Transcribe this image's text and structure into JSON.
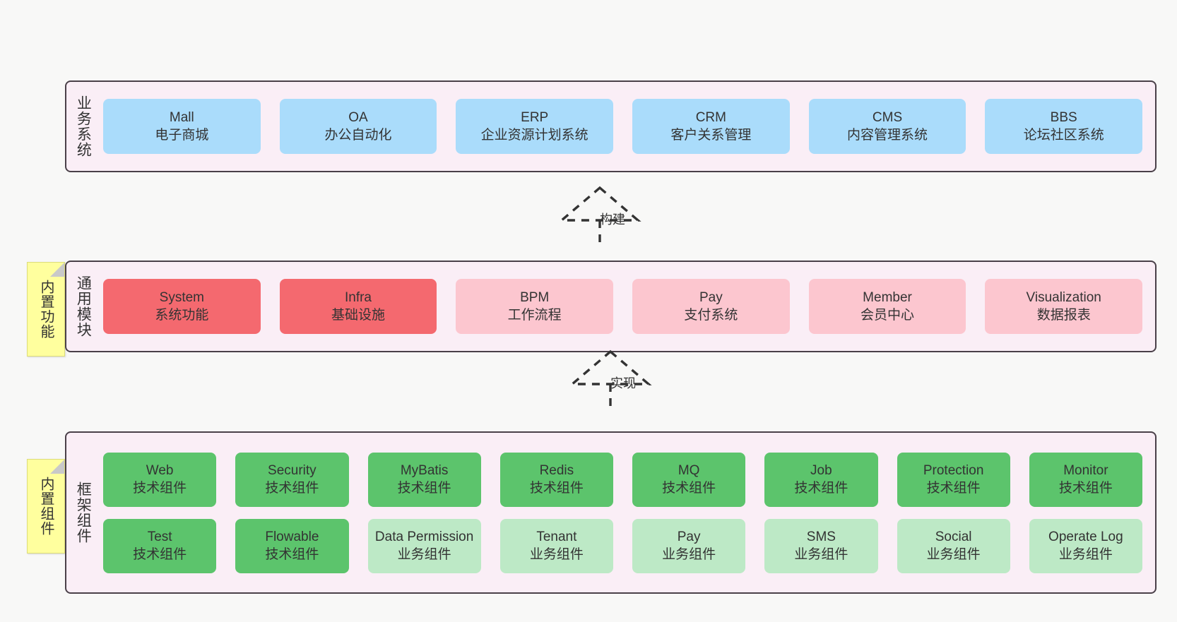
{
  "diagram": {
    "title": "System Architecture Layers",
    "background": "#f8f8f7",
    "layers": [
      {
        "id": "business",
        "title": "业务系统",
        "panel_color": "#faeef6",
        "items": [
          {
            "name": "Mall",
            "desc": "电子商城",
            "color": "#aadcfb"
          },
          {
            "name": "OA",
            "desc": "办公自动化",
            "color": "#aadcfb"
          },
          {
            "name": "ERP",
            "desc": "企业资源计划系统",
            "color": "#aadcfb"
          },
          {
            "name": "CRM",
            "desc": "客户关系管理",
            "color": "#aadcfb"
          },
          {
            "name": "CMS",
            "desc": "内容管理系统",
            "color": "#aadcfb"
          },
          {
            "name": "BBS",
            "desc": "论坛社区系统",
            "color": "#aadcfb"
          }
        ]
      },
      {
        "id": "common",
        "title": "通用模块",
        "panel_color": "#faeef6",
        "note": "内置功能",
        "items": [
          {
            "name": "System",
            "desc": "系统功能",
            "color": "#f4696f"
          },
          {
            "name": "Infra",
            "desc": "基础设施",
            "color": "#f4696f"
          },
          {
            "name": "BPM",
            "desc": "工作流程",
            "color": "#fcc6cf"
          },
          {
            "name": "Pay",
            "desc": "支付系统",
            "color": "#fcc6cf"
          },
          {
            "name": "Member",
            "desc": "会员中心",
            "color": "#fcc6cf"
          },
          {
            "name": "Visualization",
            "desc": "数据报表",
            "color": "#fcc6cf"
          }
        ]
      },
      {
        "id": "framework",
        "title": "框架组件",
        "panel_color": "#faeef6",
        "note": "内置组件",
        "row1": [
          {
            "name": "Web",
            "desc": "技术组件",
            "color": "#5cc46c"
          },
          {
            "name": "Security",
            "desc": "技术组件",
            "color": "#5cc46c"
          },
          {
            "name": "MyBatis",
            "desc": "技术组件",
            "color": "#5cc46c"
          },
          {
            "name": "Redis",
            "desc": "技术组件",
            "color": "#5cc46c"
          },
          {
            "name": "MQ",
            "desc": "技术组件",
            "color": "#5cc46c"
          },
          {
            "name": "Job",
            "desc": "技术组件",
            "color": "#5cc46c"
          },
          {
            "name": "Protection",
            "desc": "技术组件",
            "color": "#5cc46c"
          },
          {
            "name": "Monitor",
            "desc": "技术组件",
            "color": "#5cc46c"
          }
        ],
        "row2": [
          {
            "name": "Test",
            "desc": "技术组件",
            "color": "#5cc46c"
          },
          {
            "name": "Flowable",
            "desc": "技术组件",
            "color": "#5cc46c"
          },
          {
            "name": "Data Permission",
            "desc": "业务组件",
            "color": "#bde9c6"
          },
          {
            "name": "Tenant",
            "desc": "业务组件",
            "color": "#bde9c6"
          },
          {
            "name": "Pay",
            "desc": "业务组件",
            "color": "#bde9c6"
          },
          {
            "name": "SMS",
            "desc": "业务组件",
            "color": "#bde9c6"
          },
          {
            "name": "Social",
            "desc": "业务组件",
            "color": "#bde9c6"
          },
          {
            "name": "Operate Log",
            "desc": "业务组件",
            "color": "#bde9c6"
          }
        ]
      }
    ],
    "arrows": [
      {
        "id": "build",
        "label": "构建",
        "from": "common",
        "to": "business",
        "style": "dashed-hollow-triangle"
      },
      {
        "id": "implement",
        "label": "实现",
        "from": "framework",
        "to": "common",
        "style": "dashed-hollow-triangle"
      }
    ]
  }
}
